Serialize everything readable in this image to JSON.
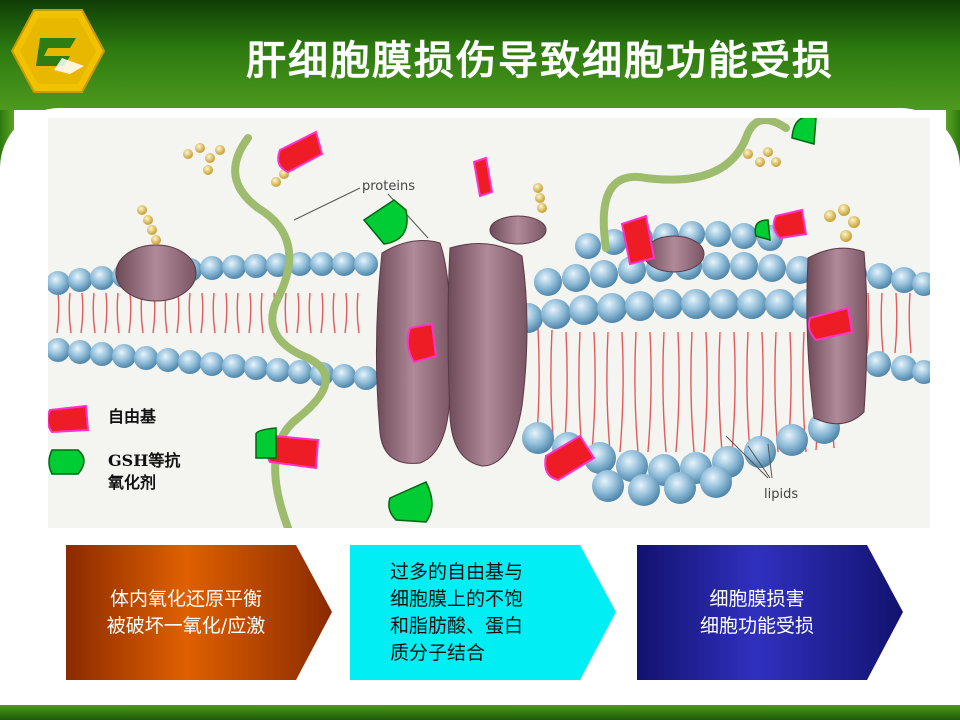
{
  "title": "肝细胞膜损伤导致细胞功能受损",
  "diagram": {
    "label_proteins": "proteins",
    "label_lipids": "lipids"
  },
  "legend": [
    {
      "label": "自由基",
      "color": "#ee1c24"
    },
    {
      "label": "GSH等抗\n氧化剂",
      "color": "#00cc33"
    }
  ],
  "flow": [
    {
      "lines": [
        "体内氧化还原平衡",
        "被破坏一氧化/应激"
      ],
      "bg": "#e05a00",
      "text_color": "#ffffff"
    },
    {
      "lines": [
        "过多的自由基与",
        "细胞膜上的不饱",
        "和脂肪酸、蛋白",
        "质分子结合"
      ],
      "bg": "#00eef4",
      "text_color": "#111111"
    },
    {
      "lines": [
        "细胞膜损害",
        "细胞功能受损"
      ],
      "bg": "#2222aa",
      "text_color": "#ffffff"
    }
  ]
}
